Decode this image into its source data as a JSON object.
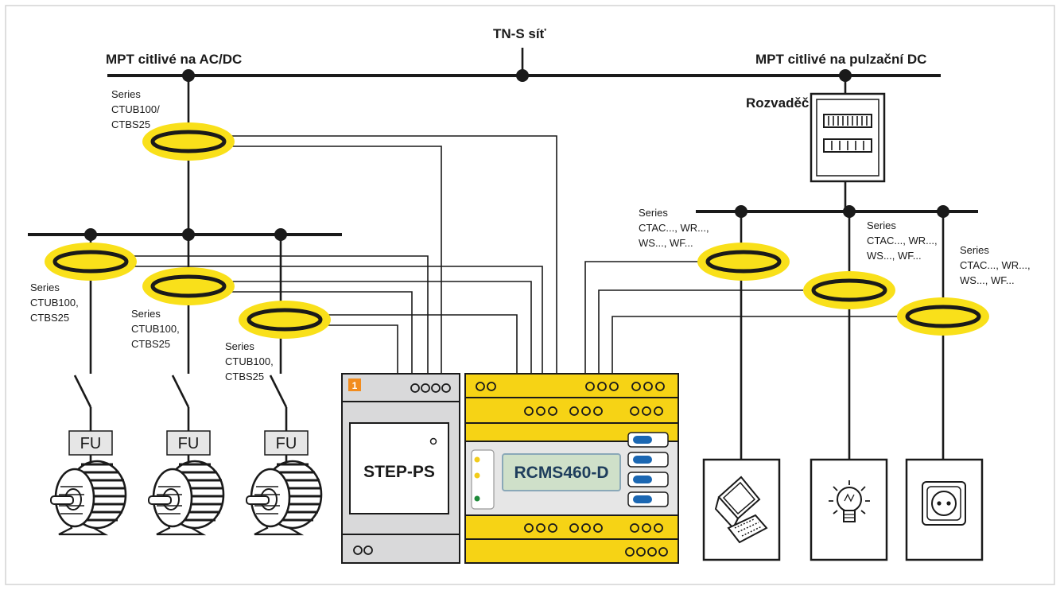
{
  "network": {
    "title": "TN-S síť",
    "left_label": "MPT citlivé na AC/DC",
    "right_label": "MPT citlivé na pulzační DC",
    "distribution_board_label": "Rozvaděč"
  },
  "sensors_left": {
    "main": [
      "Series",
      "CTUB100/",
      "CTBS25"
    ],
    "branch1": [
      "Series",
      "CTUB100,",
      "CTBS25"
    ],
    "branch2": [
      "Series",
      "CTUB100,",
      "CTBS25"
    ],
    "branch3": [
      "Series",
      "CTUB100,",
      "CTBS25"
    ]
  },
  "sensors_right": {
    "branch1": [
      "Series",
      "CTAC..., WR...,",
      "WS..., WF..."
    ],
    "branch2": [
      "Series",
      "CTAC..., WR...,",
      "WS..., WF..."
    ],
    "branch3": [
      "Series",
      "CTAC..., WR...,",
      "WS..., WF..."
    ]
  },
  "loads": {
    "fu_label": "FU",
    "right_loads": [
      "computer-icon",
      "light-bulb-icon",
      "socket-icon"
    ]
  },
  "devices": {
    "power_supply": "STEP-PS",
    "power_supply_badge": "1",
    "monitor": "RCMS460-D"
  },
  "colors": {
    "halo": "#f9e01a",
    "device_yellow": "#f6d315",
    "psu_gray": "#d9d9da",
    "display_green": "#cfe0c9",
    "display_text": "#1e3d5c",
    "button_blue": "#1b67b2",
    "led_yellow": "#f2cc1b",
    "led_green": "#1f8a3a",
    "badge_orange": "#f28c1e"
  }
}
